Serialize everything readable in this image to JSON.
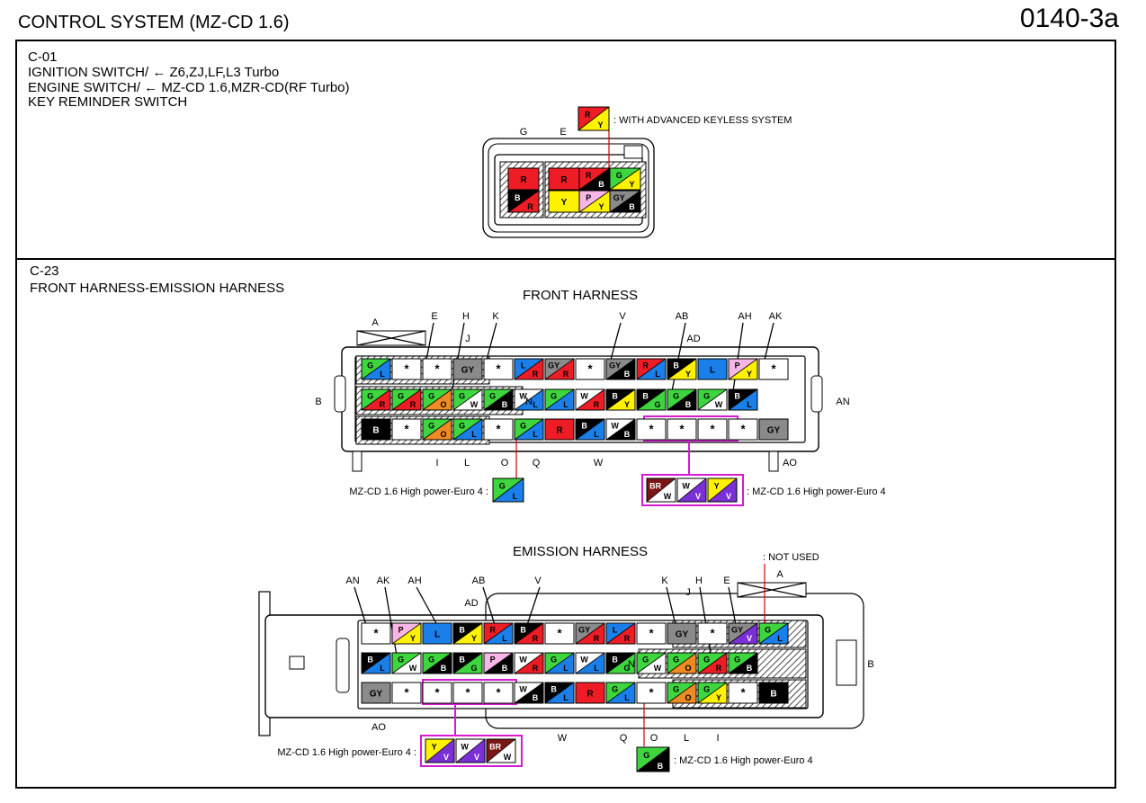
{
  "header": {
    "title": "CONTROL SYSTEM (MZ-CD 1.6)",
    "code": "0140-3a"
  },
  "colors": {
    "R": "#ee1c24",
    "Y": "#fff200",
    "G": "#3ed63e",
    "B": "#000000",
    "L": "#1a7fe8",
    "W": "#ffffff",
    "O": "#f08a24",
    "P": "#f7b6e6",
    "GY": "#8a8a8a",
    "V": "#7a30d6",
    "BR": "#7a1616",
    "accent": "#d61ad1"
  },
  "c01": {
    "id": "C-01",
    "lines": [
      "IGNITION SWITCH/ ← Z6,ZJ,LF,L3 Turbo",
      "ENGINE SWITCH/ ← MZ-CD 1.6,MZR-CD(RF Turbo)",
      "KEY REMINDER SWITCH"
    ],
    "note": ": WITH ADVANCED KEYLESS SYSTEM",
    "note_wire": "R/Y",
    "pin_labels": [
      "G",
      "E"
    ],
    "pins_left": [
      "R",
      "B/R"
    ],
    "pins_right": [
      [
        "R",
        "R/B",
        "G/Y"
      ],
      [
        "Y",
        "P/Y",
        "GY/B"
      ]
    ]
  },
  "c23": {
    "id": "C-23",
    "name": "FRONT HARNESS-EMISSION HARNESS",
    "front": {
      "title": "FRONT HARNESS",
      "row1": [
        "G/L",
        "*",
        "*",
        "GY",
        "*",
        "L/R",
        "GY/R",
        "*",
        "GY/B",
        "R/L",
        "B/Y",
        "L",
        "P/Y",
        "*"
      ],
      "row2": [
        "G/R",
        "G/R",
        "G/O",
        "G/W",
        "G/B",
        "W/L",
        "G/L",
        "W/R",
        "B/Y",
        "B/G",
        "G/B",
        "G/W",
        "B/L"
      ],
      "row3": [
        "B",
        "*",
        "G/O",
        "G/L",
        "*",
        "G/L",
        "R",
        "B/L",
        "W/B",
        "*",
        "*",
        "*",
        "*",
        "GY"
      ],
      "top_labels": [
        "A",
        "E",
        "H",
        "K",
        "J",
        "V",
        "AB",
        "AD",
        "AH",
        "AK"
      ],
      "side_labels": [
        "B",
        "N",
        "AN"
      ],
      "bottom_labels": [
        "I",
        "L",
        "O",
        "Q",
        "W",
        "AO"
      ],
      "callout_left_label": "MZ-CD 1.6 High power-Euro 4 :",
      "callout_left_wire": "G/L",
      "callout_right_label": ": MZ-CD 1.6 High power-Euro 4",
      "callout_right_wires": [
        "BR/W",
        "W/V",
        "Y/V"
      ]
    },
    "emission": {
      "title": "EMISSION HARNESS",
      "note": ": NOT USED",
      "row1": [
        "*",
        "P/Y",
        "L",
        "B/Y",
        "R/L",
        "B/R",
        "*",
        "GY/R",
        "L/R",
        "*",
        "GY",
        "*",
        "GY/V",
        "G/L"
      ],
      "row2": [
        "B/L",
        "G/W",
        "G/B",
        "B/G",
        "P/B",
        "W/R",
        "G/L",
        "W/L",
        "B/G",
        "G/W",
        "G/O",
        "G/R",
        "G/B"
      ],
      "row3": [
        "GY",
        "*",
        "*",
        "*",
        "*",
        "W/B",
        "B/L",
        "R",
        "G/L",
        "*",
        "G/O",
        "G/Y",
        "*",
        "B"
      ],
      "top_labels": [
        "AN",
        "AK",
        "AH",
        "AB",
        "AD",
        "V",
        "K",
        "H",
        "J",
        "E",
        "A"
      ],
      "side_labels": [
        "N",
        "B",
        "AO"
      ],
      "bottom_labels": [
        "W",
        "Q",
        "O",
        "L",
        "I"
      ],
      "callout_left_label": "MZ-CD 1.6 High power-Euro 4 :",
      "callout_left_wires": [
        "Y/V",
        "W/V",
        "BR/W"
      ],
      "callout_right_label": ": MZ-CD 1.6 High power-Euro 4",
      "callout_right_wire": "G/B"
    }
  }
}
